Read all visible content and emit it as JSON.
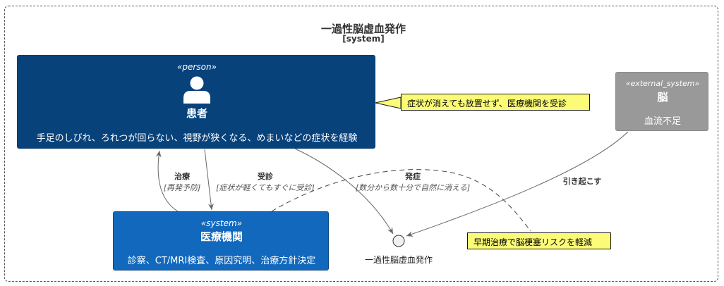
{
  "boundary": {
    "title": "一過性脳虚血発作",
    "type": "[system]"
  },
  "patient": {
    "stereotype": "«person»",
    "name": "患者",
    "description": "手足のしびれ、ろれつが回らない、視野が狭くなる、めまいなどの症状を経験"
  },
  "medical": {
    "stereotype": "«system»",
    "name": "医療機関",
    "description": "診察、CT/MRI検査、原因究明、治療方針決定"
  },
  "brain": {
    "stereotype": "«external_system»",
    "name": "脳",
    "description": "血流不足"
  },
  "notes": {
    "patient_note": "症状が消えても放置せず、医療機関を受診",
    "event_note": "早期治療で脳梗塞リスクを軽減"
  },
  "event": {
    "label": "一過性脳虚血発作"
  },
  "edges": {
    "treatment": {
      "label": "治療",
      "detail": "[再発予防]"
    },
    "visit": {
      "label": "受診",
      "detail": "[症状が軽くてもすぐに受診]"
    },
    "onset": {
      "label": "発症",
      "detail": "[数分から数十分で自然に消える]"
    },
    "cause": {
      "label": "引き起こす"
    }
  }
}
